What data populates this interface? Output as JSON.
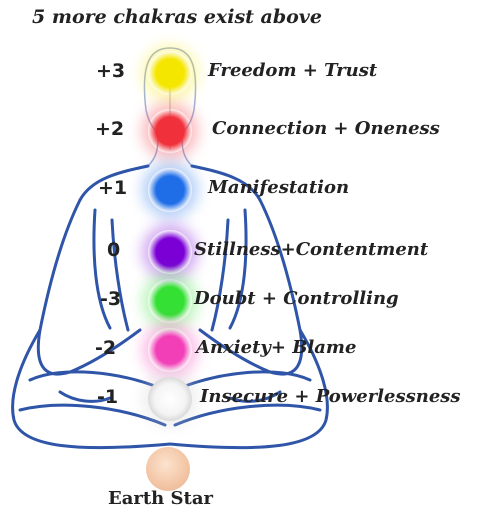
{
  "header": "5 more chakras exist above",
  "footer": "Earth Star",
  "chakras": [
    {
      "level": "+3",
      "label": "Freedom + Trust",
      "color": "#f5e600"
    },
    {
      "level": "+2",
      "label": "Connection + Oneness",
      "color": "#f0303a"
    },
    {
      "level": "+1",
      "label": "Manifestation",
      "color": "#1f6ee8"
    },
    {
      "level": "0",
      "label": "Stillness+Contentment",
      "color": "#7a00d6"
    },
    {
      "level": "-3",
      "label": "Doubt + Controlling",
      "color": "#35e035"
    },
    {
      "level": "-2",
      "label": "Anxiety+ Blame",
      "color": "#f23fb8"
    },
    {
      "level": "-1",
      "label": "Insecure + Powerlessness",
      "color": "#f2f2f2"
    }
  ],
  "earth_star": {
    "color": "#f3c7a7"
  },
  "figure": {
    "outline_color": "#2f55a8"
  }
}
